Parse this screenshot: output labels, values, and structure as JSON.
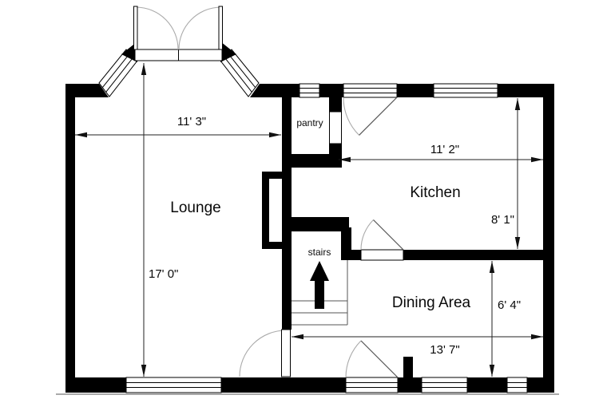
{
  "plan": {
    "rooms": {
      "lounge": "Lounge",
      "kitchen": "Kitchen",
      "dining": "Dining Area",
      "pantry": "pantry",
      "stairs": "stairs"
    },
    "dimensions": {
      "lounge_width": "11' 3\"",
      "lounge_length": "17' 0\"",
      "kitchen_width": "11' 2\"",
      "kitchen_depth": "8' 1\"",
      "dining_width": "13' 7\"",
      "dining_depth": "6' 4\""
    },
    "colors": {
      "wall": "#000000",
      "background": "#ffffff",
      "dimension_line": "#222222",
      "door_swing_arc": "#aaaaaa",
      "door_leaf": "#555555"
    }
  }
}
